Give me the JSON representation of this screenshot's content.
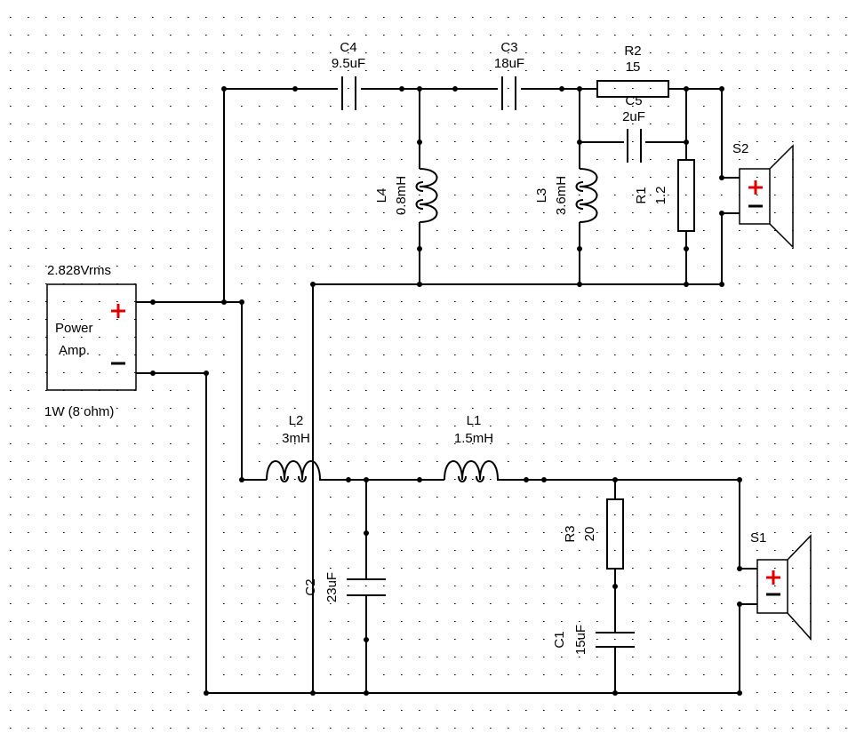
{
  "components": {
    "C4": {
      "ref": "C4",
      "value": "9.5uF"
    },
    "C3": {
      "ref": "C3",
      "value": "18uF"
    },
    "R2": {
      "ref": "R2",
      "value": "15"
    },
    "C5": {
      "ref": "C5",
      "value": "2uF"
    },
    "L4": {
      "ref": "L4",
      "value": "0.8mH"
    },
    "L3": {
      "ref": "L3",
      "value": "3.6mH"
    },
    "R1": {
      "ref": "R1",
      "value": "1.2"
    },
    "L2": {
      "ref": "L2",
      "value": "3mH"
    },
    "L1": {
      "ref": "L1",
      "value": "1.5mH"
    },
    "C2": {
      "ref": "C2",
      "value": "23uF"
    },
    "R3": {
      "ref": "R3",
      "value": "20"
    },
    "C1": {
      "ref": "C1",
      "value": "15uF"
    }
  },
  "speakers": {
    "S1": "S1",
    "S2": "S2"
  },
  "amplifier": {
    "voltage": "2.828Vrms",
    "label_line1": "Power",
    "label_line2": "Amp.",
    "power": "1W (8 ohm)"
  },
  "colors": {
    "wire": "#000000",
    "polarity_plus": "#e00000",
    "grid_dot": "#000000",
    "background": "#ffffff"
  }
}
